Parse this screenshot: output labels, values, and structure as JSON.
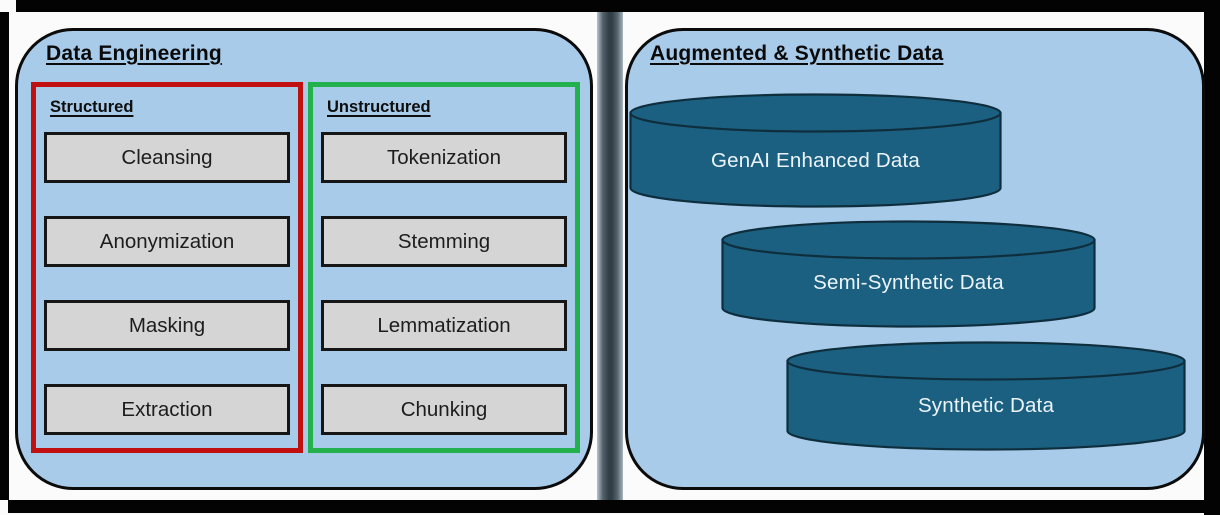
{
  "left_panel": {
    "title": "Data Engineering",
    "groups": [
      {
        "heading": "Structured",
        "border_color": "#C01010",
        "items": [
          "Cleansing",
          "Anonymization",
          "Masking",
          "Extraction"
        ]
      },
      {
        "heading": "Unstructured",
        "border_color": "#22B14C",
        "items": [
          "Tokenization",
          "Stemming",
          "Lemmatization",
          "Chunking"
        ]
      }
    ]
  },
  "right_panel": {
    "title": "Augmented & Synthetic Data",
    "cylinders": [
      {
        "label": "GenAI Enhanced Data"
      },
      {
        "label": "Semi-Synthetic Data"
      },
      {
        "label": "Synthetic Data"
      }
    ]
  },
  "colors": {
    "panel_fill": "#A9CBEA",
    "panel_border": "#0B0B0B",
    "structured_border": "#C01010",
    "unstructured_border": "#22B14C",
    "process_box_fill": "#D5D5D5",
    "cylinder_fill": "#1B6080",
    "cylinder_outline": "#0F2E3D",
    "cylinder_text": "#ECF4FA",
    "frame": "#030303"
  }
}
